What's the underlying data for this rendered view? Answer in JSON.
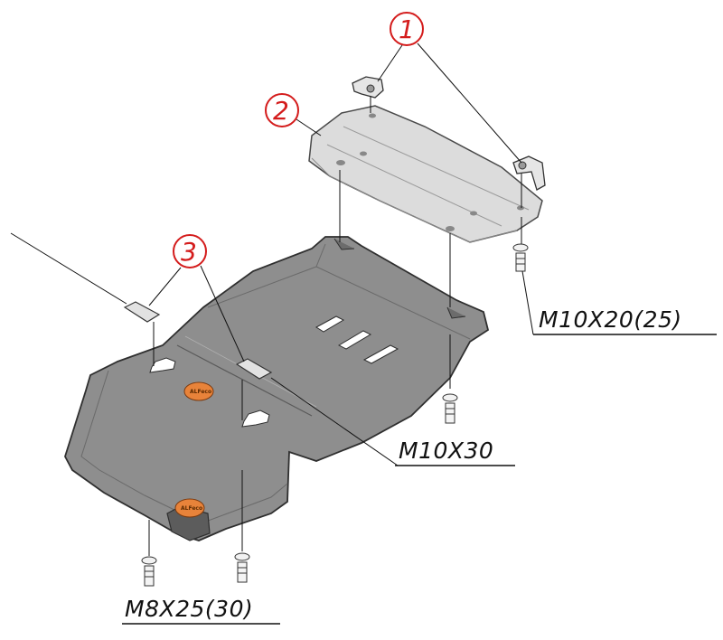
{
  "callouts": {
    "one": "1",
    "two": "2",
    "three": "3"
  },
  "fasteners": {
    "upper_bolt": "M10X20(25)",
    "middle_bolt": "M10X30",
    "lower_bolt": "M8X25(30)"
  },
  "badges": {
    "brand": "ALFeco"
  },
  "colors": {
    "main_plate": "#8e8e8e",
    "main_plate_edge": "#3a3a3a",
    "upper_plate": "#d9d9d9",
    "callout_circle": "#d41c1c",
    "badge": "#e8833a"
  }
}
